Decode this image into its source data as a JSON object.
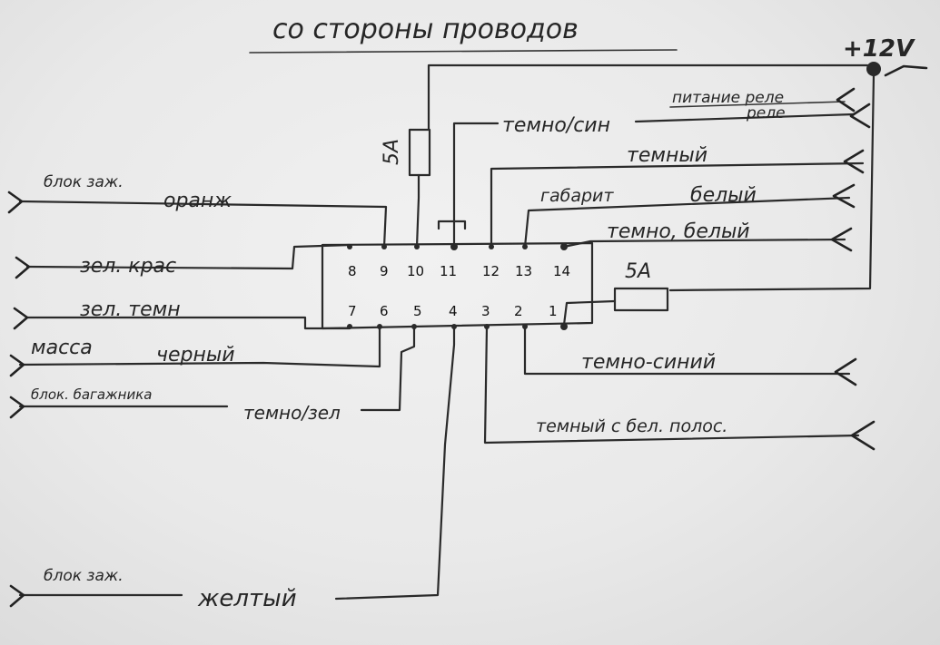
{
  "title": "со стороны проводов",
  "supply": "+12V",
  "fuses": {
    "top": "5A",
    "right": "5A"
  },
  "pins": {
    "top": [
      "8",
      "9",
      "10",
      "11",
      "12",
      "13",
      "14"
    ],
    "bottom": [
      "7",
      "6",
      "5",
      "4",
      "3",
      "2",
      "1"
    ]
  },
  "left_labels": {
    "blok_zazh_top": "блок заж.",
    "oranzh": "оранж",
    "zel_kras": "зел. крас",
    "zel_temn": "зел. темн",
    "massa": "масса",
    "cherny": "черный",
    "blok_bagazhnika": "блок. багажника",
    "temno_zel": "темно/зел",
    "blok_zazh_bottom": "блок заж.",
    "zhelty": "желтый"
  },
  "right_labels": {
    "pitanie_rele": "питание реле",
    "reyl": "реле",
    "temno_sin": "темно/син",
    "temny": "темный",
    "gabarit": "габарит",
    "bely": "белый",
    "temno_bely": "темно, белый",
    "temno_siny": "темно-синий",
    "temny_s_bel_polos": "темный с бел. полос."
  }
}
